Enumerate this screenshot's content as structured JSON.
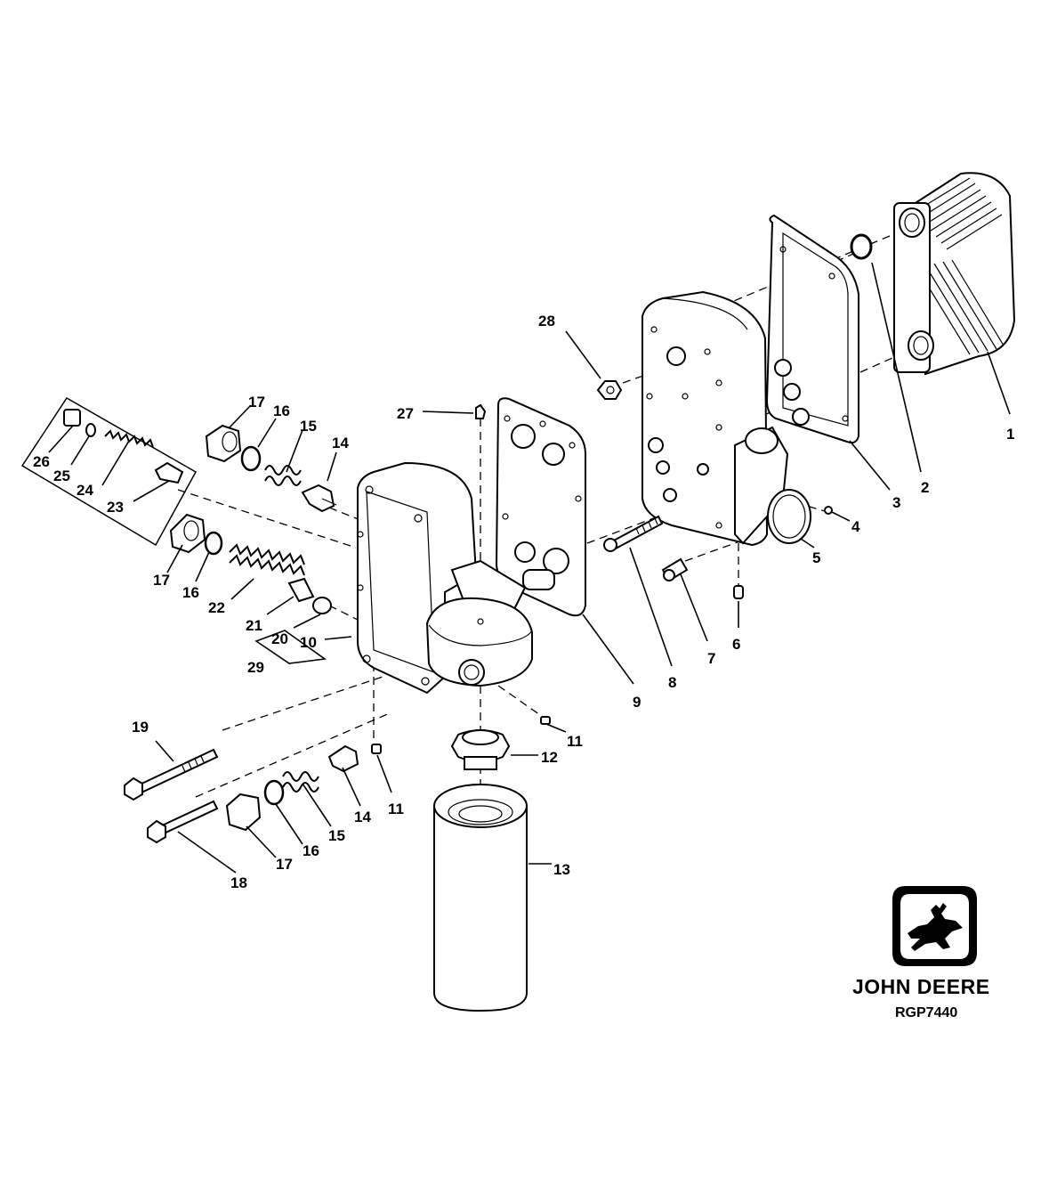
{
  "figure_id": "RGP7440",
  "brand": {
    "name": "JOHN DEERE"
  },
  "callouts": [
    {
      "id": "c1",
      "text": "1"
    },
    {
      "id": "c2",
      "text": "2"
    },
    {
      "id": "c3",
      "text": "3"
    },
    {
      "id": "c4",
      "text": "4"
    },
    {
      "id": "c5",
      "text": "5"
    },
    {
      "id": "c6",
      "text": "6"
    },
    {
      "id": "c7",
      "text": "7"
    },
    {
      "id": "c8",
      "text": "8"
    },
    {
      "id": "c9",
      "text": "9"
    },
    {
      "id": "c10",
      "text": "10"
    },
    {
      "id": "c11a",
      "text": "11"
    },
    {
      "id": "c11b",
      "text": "11"
    },
    {
      "id": "c12",
      "text": "12"
    },
    {
      "id": "c13",
      "text": "13"
    },
    {
      "id": "c14a",
      "text": "14"
    },
    {
      "id": "c14b",
      "text": "14"
    },
    {
      "id": "c15a",
      "text": "15"
    },
    {
      "id": "c15b",
      "text": "15"
    },
    {
      "id": "c16a",
      "text": "16"
    },
    {
      "id": "c16b",
      "text": "16"
    },
    {
      "id": "c16c",
      "text": "16"
    },
    {
      "id": "c17a",
      "text": "17"
    },
    {
      "id": "c17b",
      "text": "17"
    },
    {
      "id": "c17c",
      "text": "17"
    },
    {
      "id": "c18",
      "text": "18"
    },
    {
      "id": "c19",
      "text": "19"
    },
    {
      "id": "c20",
      "text": "20"
    },
    {
      "id": "c21",
      "text": "21"
    },
    {
      "id": "c22",
      "text": "22"
    },
    {
      "id": "c23",
      "text": "23"
    },
    {
      "id": "c24",
      "text": "24"
    },
    {
      "id": "c25",
      "text": "25"
    },
    {
      "id": "c26",
      "text": "26"
    },
    {
      "id": "c27",
      "text": "27"
    },
    {
      "id": "c28",
      "text": "28"
    },
    {
      "id": "c29",
      "text": "29"
    }
  ]
}
